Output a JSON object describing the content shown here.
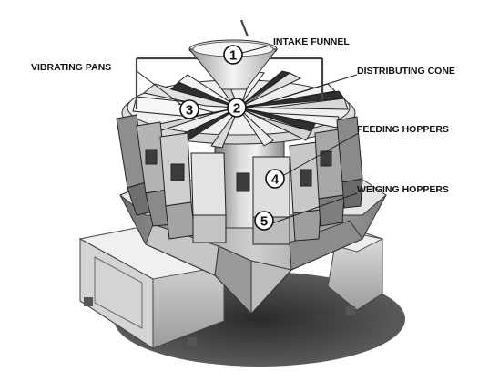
{
  "labels": {
    "intake_funnel": "INTAKE FUNNEL",
    "vibrating_pans": "VIBRATING PANS",
    "distributing_cone": "DISTRIBUTING CONE",
    "feeding_hoppers": "FEEDING HOPPERS",
    "weighing_hoppers": "WEIGING HOPPERS"
  },
  "callouts": {
    "c1": "1",
    "c2": "2",
    "c3": "3",
    "c4": "4",
    "c5": "5"
  }
}
